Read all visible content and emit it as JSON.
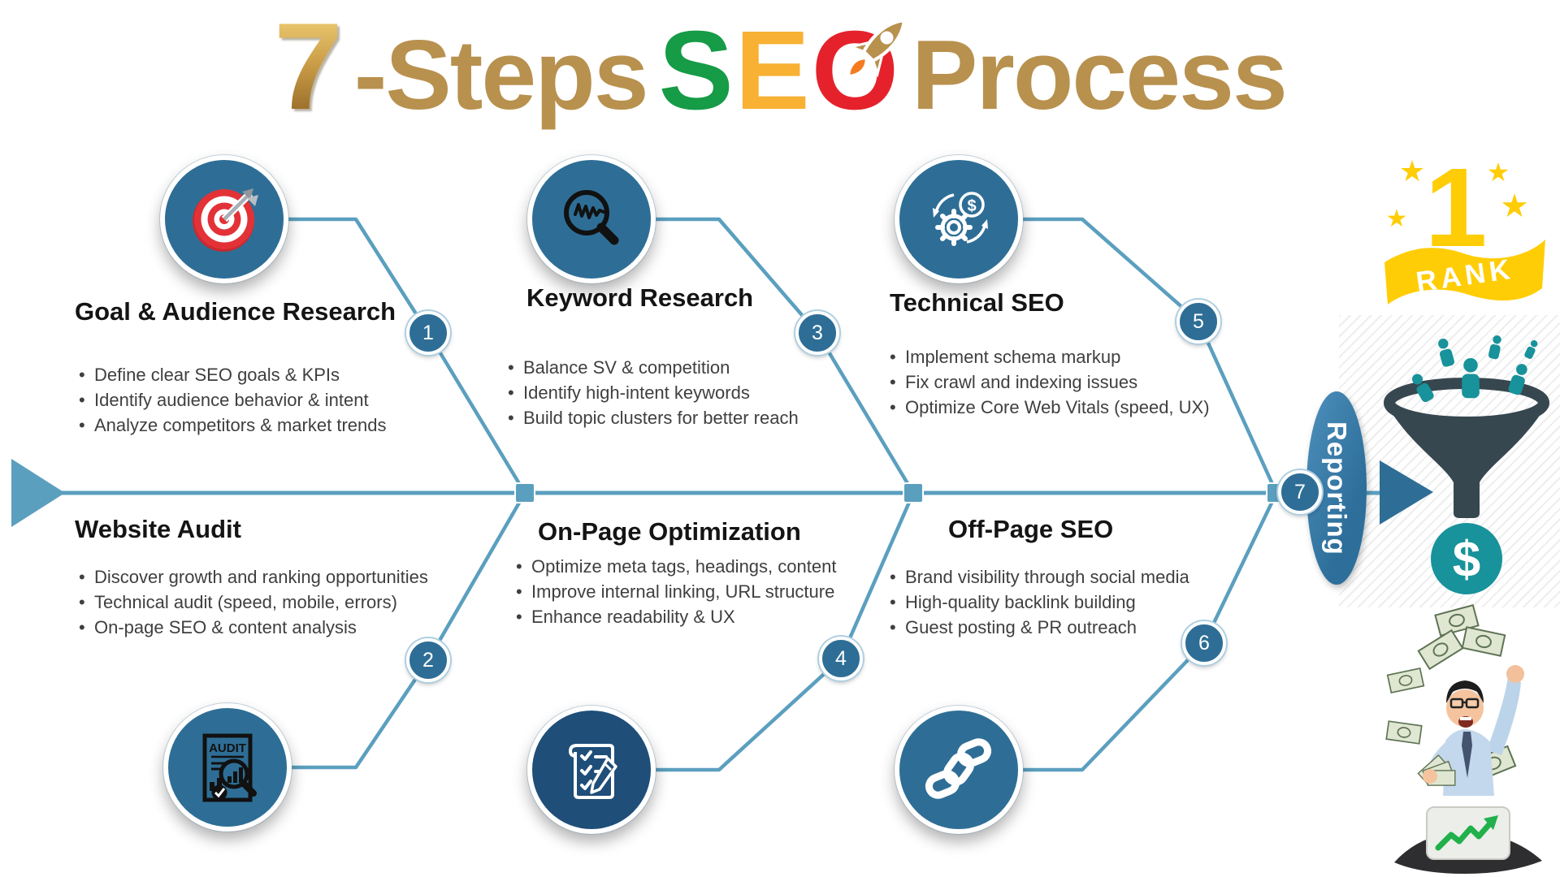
{
  "title": {
    "number": "7",
    "steps_word": "-Steps",
    "seo": {
      "s": "S",
      "e": "E",
      "o": "O"
    },
    "process_word": "Process"
  },
  "steps": [
    {
      "num": "1",
      "heading": "Goal & Audience Research",
      "icon": "target-dartboard",
      "bullets": [
        "Define clear SEO goals & KPIs",
        "Identify audience behavior & intent",
        "Analyze competitors & market trends"
      ]
    },
    {
      "num": "2",
      "heading": "Website Audit",
      "icon": "audit-document-magnifier",
      "bullets": [
        "Discover growth and ranking opportunities",
        "Technical audit (speed, mobile, errors)",
        "On-page SEO & content analysis"
      ]
    },
    {
      "num": "3",
      "heading": "Keyword Research",
      "icon": "magnifier-trend-line",
      "bullets": [
        "Balance SV & competition",
        "Identify high-intent keywords",
        "Build topic clusters for better reach"
      ]
    },
    {
      "num": "4",
      "heading": "On-Page Optimization",
      "icon": "checklist-pencil",
      "bullets": [
        "Optimize meta tags, headings, content",
        "Improve internal linking, URL structure",
        "Enhance readability & UX"
      ]
    },
    {
      "num": "5",
      "heading": "Technical SEO",
      "icon": "gears-dollar-cycle",
      "bullets": [
        "Implement schema markup",
        "Fix crawl and indexing issues",
        "Optimize Core Web Vitals (speed, UX)"
      ]
    },
    {
      "num": "6",
      "heading": "Off-Page SEO",
      "icon": "chain-links",
      "bullets": [
        "Brand visibility through social media",
        "High-quality backlink building",
        "Guest posting & PR outreach"
      ]
    },
    {
      "num": "7",
      "heading": "Reporting",
      "icon": "conversion-funnel"
    }
  ],
  "badge": {
    "number": "1",
    "label": "RANK"
  },
  "icon_labels": {
    "audit_document": "AUDIT",
    "funnel_dollar": "$",
    "gear_dollar": "$"
  },
  "colors": {
    "line_blue": "#5B9FBF",
    "circle_blue": "#2E6E96",
    "icon_navy": "#1F4E79",
    "title_gold": "#B8914E",
    "seo_green": "#169B47",
    "seo_amber": "#F8B133",
    "seo_red": "#E5222C",
    "badge_yellow": "#FFCD05",
    "funnel_teal": "#18929B",
    "funnel_charcoal": "#37474F",
    "flame_orange": "#F47B20",
    "text_dark": "#141414",
    "bullet_text": "#3F3F3F"
  }
}
